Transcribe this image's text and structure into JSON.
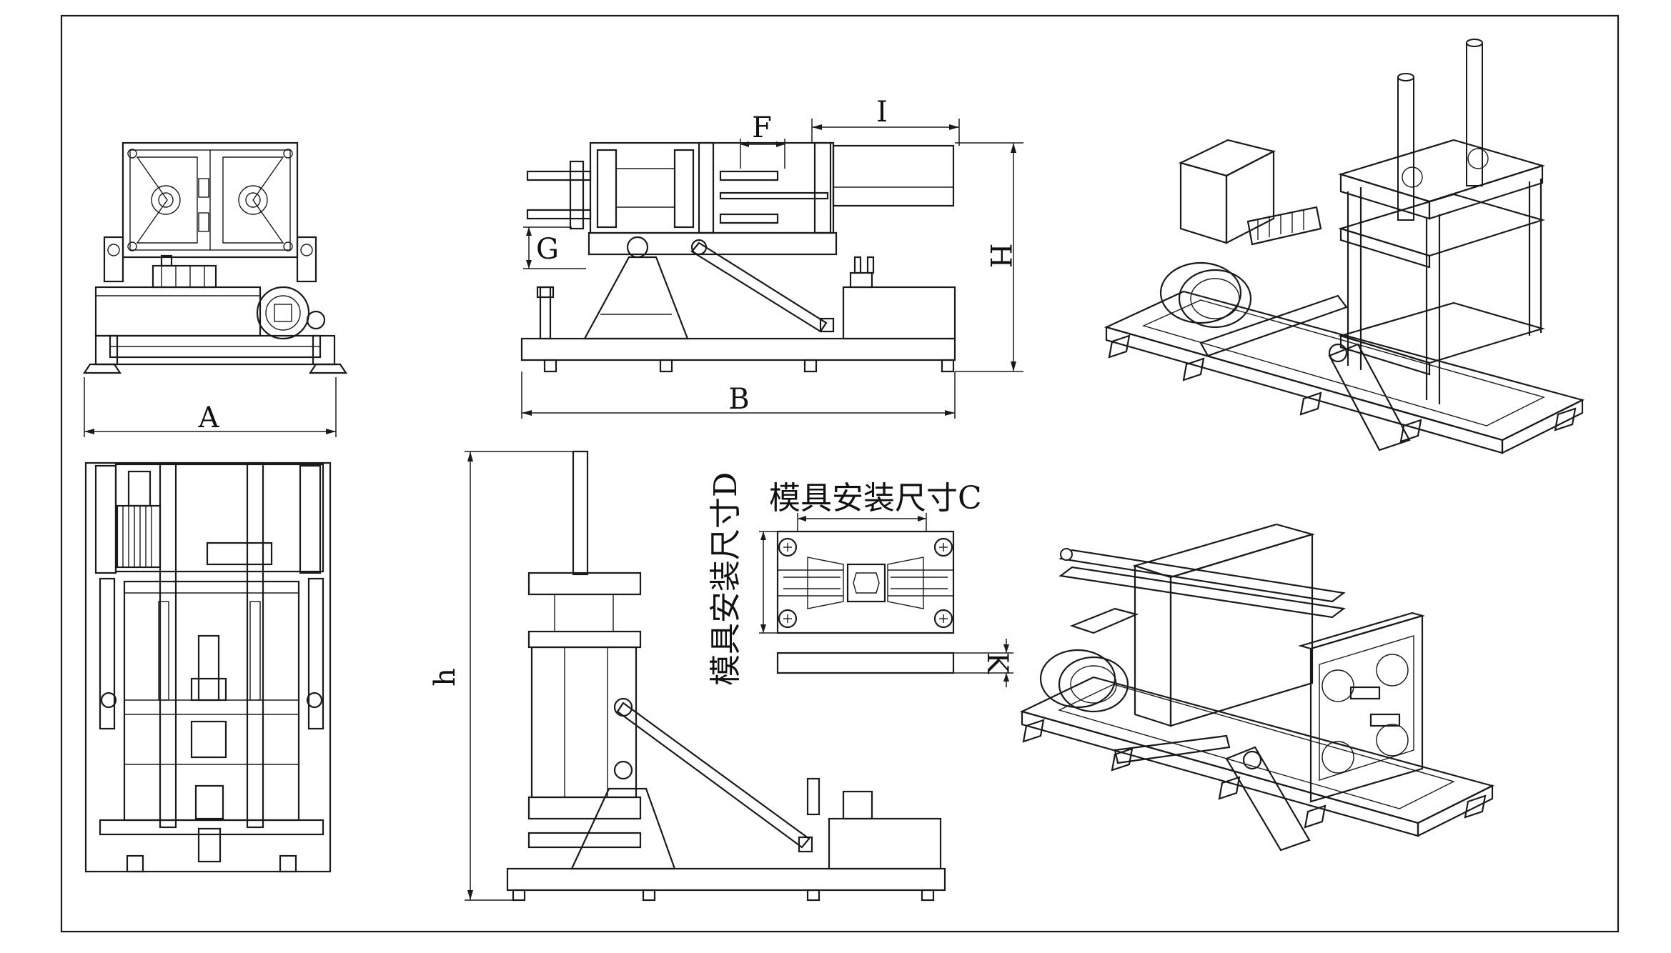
{
  "dimension_labels": {
    "A": "A",
    "B": "B",
    "H": "H",
    "I": "I",
    "F": "F",
    "G": "G",
    "h": "h",
    "K": "K"
  },
  "mold_labels": {
    "size_c": "模具安装尺寸C",
    "size_d": "模具安装尺寸D"
  }
}
